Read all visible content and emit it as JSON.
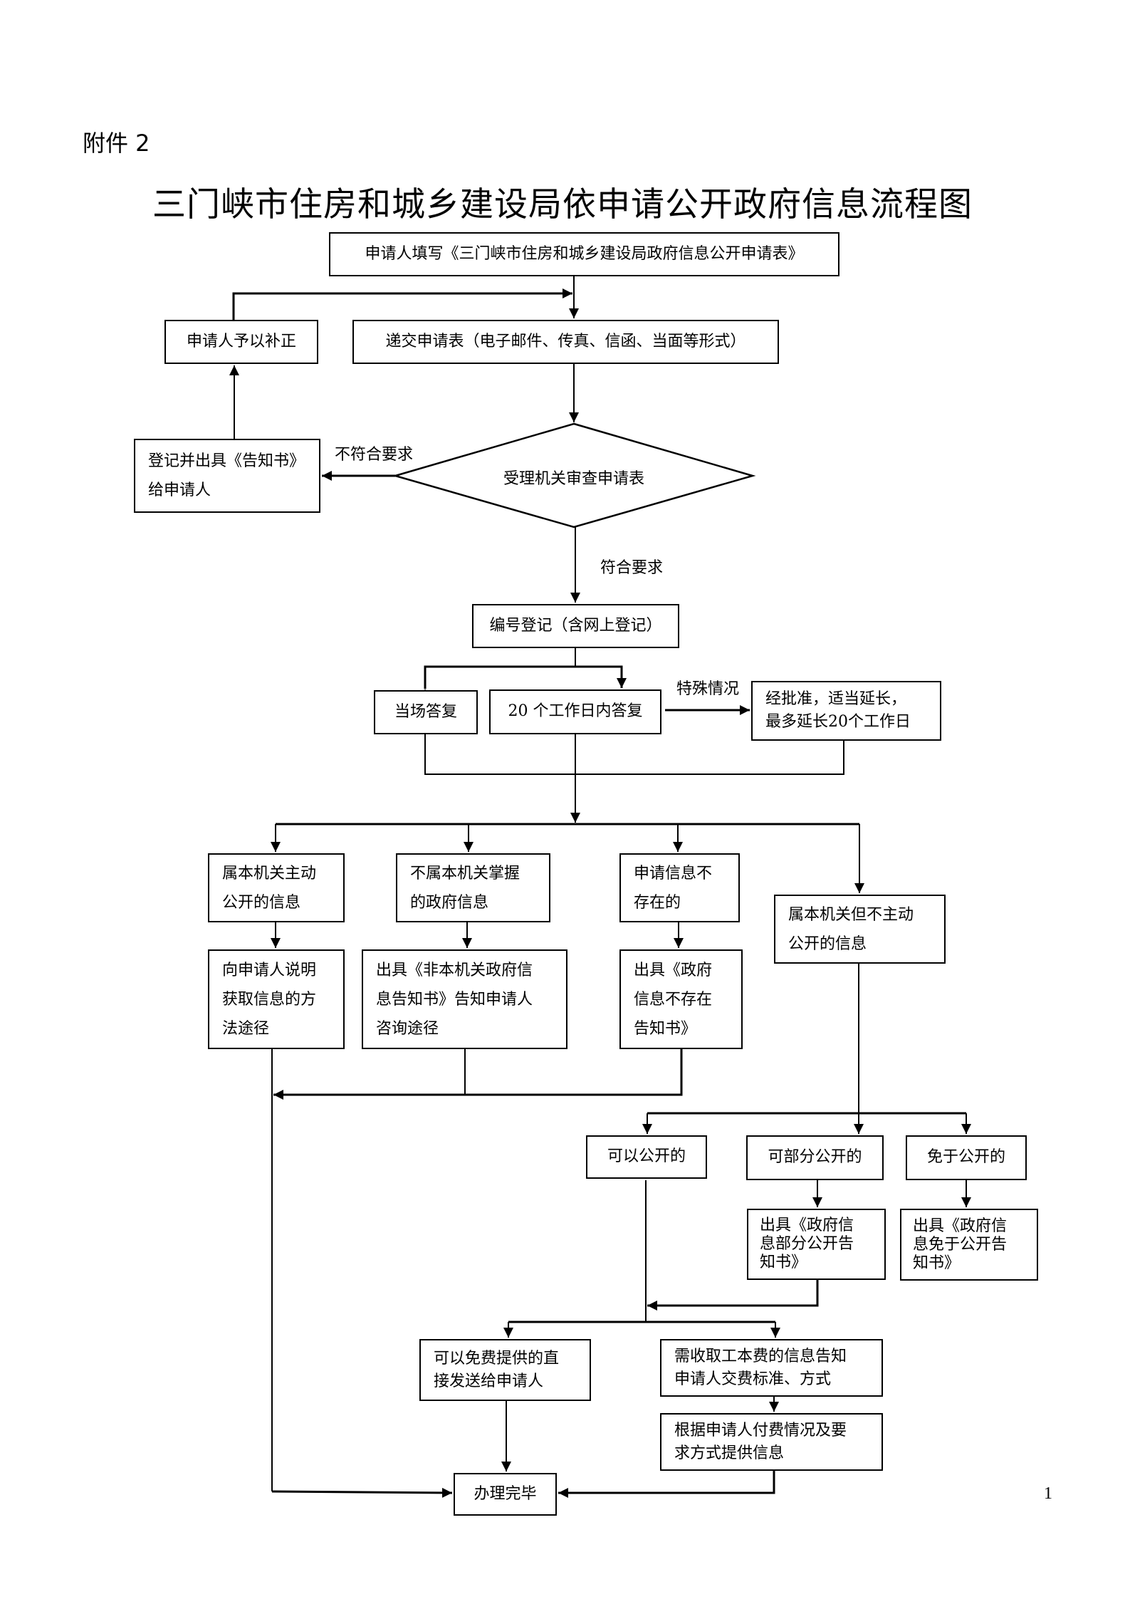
{
  "header": {
    "attachment_label": "附件 2",
    "title": "三门峡市住房和城乡建设局依申请公开政府信息流程图"
  },
  "nodes": {
    "fill_form": "申请人填写《三门峡市住房和城乡建设局政府信息公开申请表》",
    "supplement": "申请人予以补正",
    "submit": "递交申请表（电子邮件、传真、信函、当面等形式）",
    "review": "受理机关审查申请表",
    "notice_register": "登记并出具《告知书》给申请人",
    "register": "编号登记（含网上登记）",
    "reply_onsite": "当场答复",
    "reply_20days": "20 个工作日内答复",
    "extension": "经批准，适当延长，最多延长20个工作日",
    "cat_public": "属本机关主动公开的信息",
    "cat_not_held": "不属本机关掌握的政府信息",
    "cat_not_exist": "申请信息不存在的",
    "cat_not_active": "属本机关但不主动公开的信息",
    "act_public": "向申请人说明获取信息的方法途径",
    "act_not_held": "出具《非本机关政府信息告知书》告知申请人咨询途径",
    "act_not_exist": "出具《政府信息不存在告知书》",
    "can_disclose": "可以公开的",
    "partial_disclose": "可部分公开的",
    "exempt": "免于公开的",
    "partial_notice": "出具《政府信息部分公开告知书》",
    "exempt_notice": "出具《政府信息免于公开告知书》",
    "free_send": "可以免费提供的直接发送给申请人",
    "fee_notice": "需收取工本费的信息告知申请人交费标准、方式",
    "provide_after_fee": "根据申请人付费情况及要求方式提供信息",
    "done": "办理完毕"
  },
  "nodes_lines": {
    "notice_register": [
      "登记并出具《告知书》",
      "给申请人"
    ],
    "extension": [
      "经批准，适当延长，",
      "最多延长20个工作日"
    ],
    "cat_public": [
      "属本机关主动",
      "公开的信息"
    ],
    "cat_not_held": [
      "不属本机关掌握",
      "的政府信息"
    ],
    "cat_not_exist": [
      "申请信息不",
      "存在的"
    ],
    "cat_not_active": [
      "属本机关但不主动",
      "公开的信息"
    ],
    "act_public": [
      "向申请人说明",
      "获取信息的方",
      "法途径"
    ],
    "act_not_held": [
      "出具《非本机关政府信",
      "息告知书》告知申请人",
      "咨询途径"
    ],
    "act_not_exist": [
      "出具《政府",
      "信息不存在",
      "告知书》"
    ],
    "partial_notice": [
      "出具《政府信",
      "息部分公开告",
      "知书》"
    ],
    "exempt_notice": [
      "出具《政府信",
      "息免于公开告",
      "知书》"
    ],
    "free_send": [
      "可以免费提供的直",
      "接发送给申请人"
    ],
    "fee_notice": [
      "需收取工本费的信息告知",
      "申请人交费标准、方式"
    ],
    "provide_after_fee": [
      "根据申请人付费情况及要",
      "求方式提供信息"
    ]
  },
  "edge_labels": {
    "not_meet": "不符合要求",
    "meet": "符合要求",
    "special": "特殊情况"
  },
  "footer": {
    "page_number": "1"
  }
}
